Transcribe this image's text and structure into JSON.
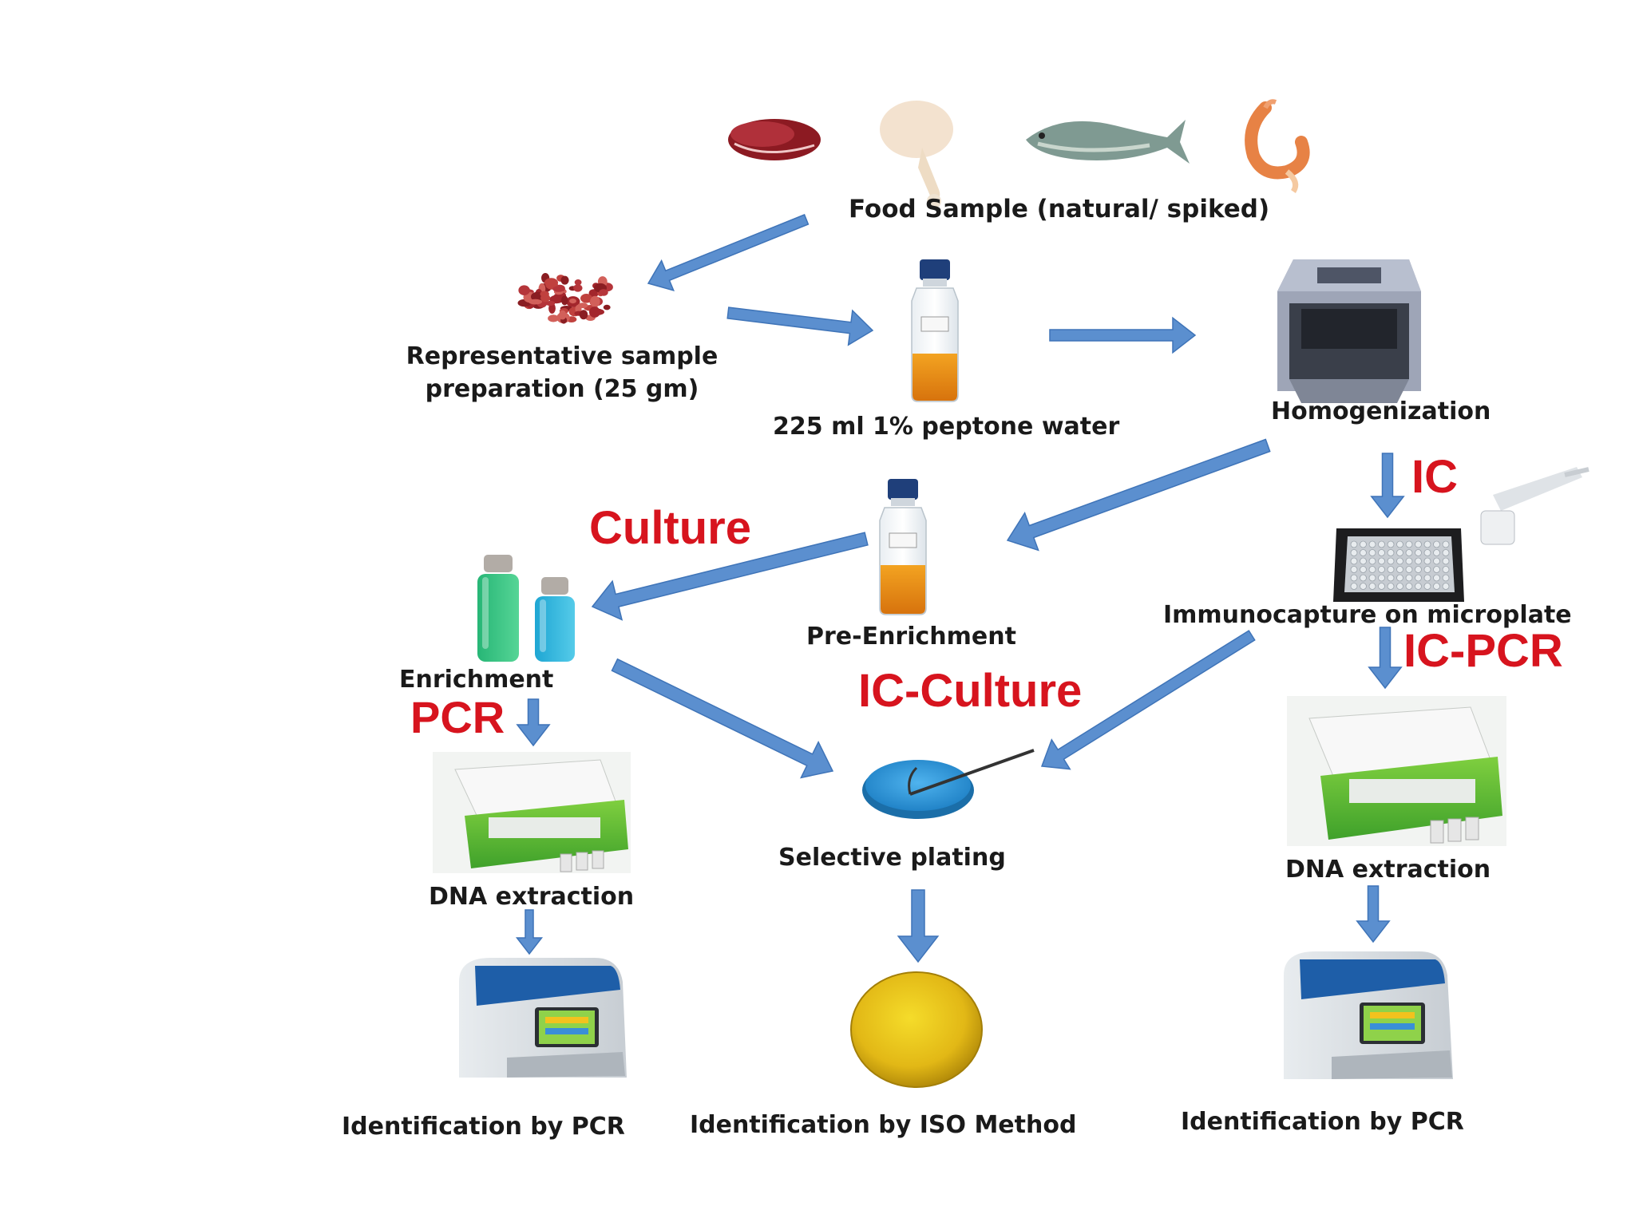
{
  "colors": {
    "arrow": "#5b8fcf",
    "arrow_edge": "#3f74b8",
    "method_label": "#d7141e",
    "step_label": "#1a1a1a"
  },
  "food": {
    "caption": "Food Sample (natural/ spiked)",
    "icons": [
      "meat-icon",
      "chicken-leg-icon",
      "fish-icon",
      "shrimp-icon"
    ]
  },
  "steps": {
    "sample_prep_line1": "Representative sample",
    "sample_prep_line2": "preparation (25 gm)",
    "peptone": "225 ml 1% peptone water",
    "homogenization": "Homogenization",
    "pre_enrichment": "Pre-Enrichment",
    "enrichment": "Enrichment",
    "immunocapture": "Immunocapture on microplate",
    "dna_extraction_left": "DNA extraction",
    "dna_extraction_right": "DNA extraction",
    "selective_plating": "Selective plating",
    "id_pcr_left": "Identification by PCR",
    "id_iso": "Identification by ISO Method",
    "id_pcr_right": "Identification by PCR"
  },
  "methods": {
    "culture": "Culture",
    "ic": "IC",
    "ic_pcr": "IC-PCR",
    "ic_culture": "IC-Culture",
    "pcr": "PCR"
  }
}
